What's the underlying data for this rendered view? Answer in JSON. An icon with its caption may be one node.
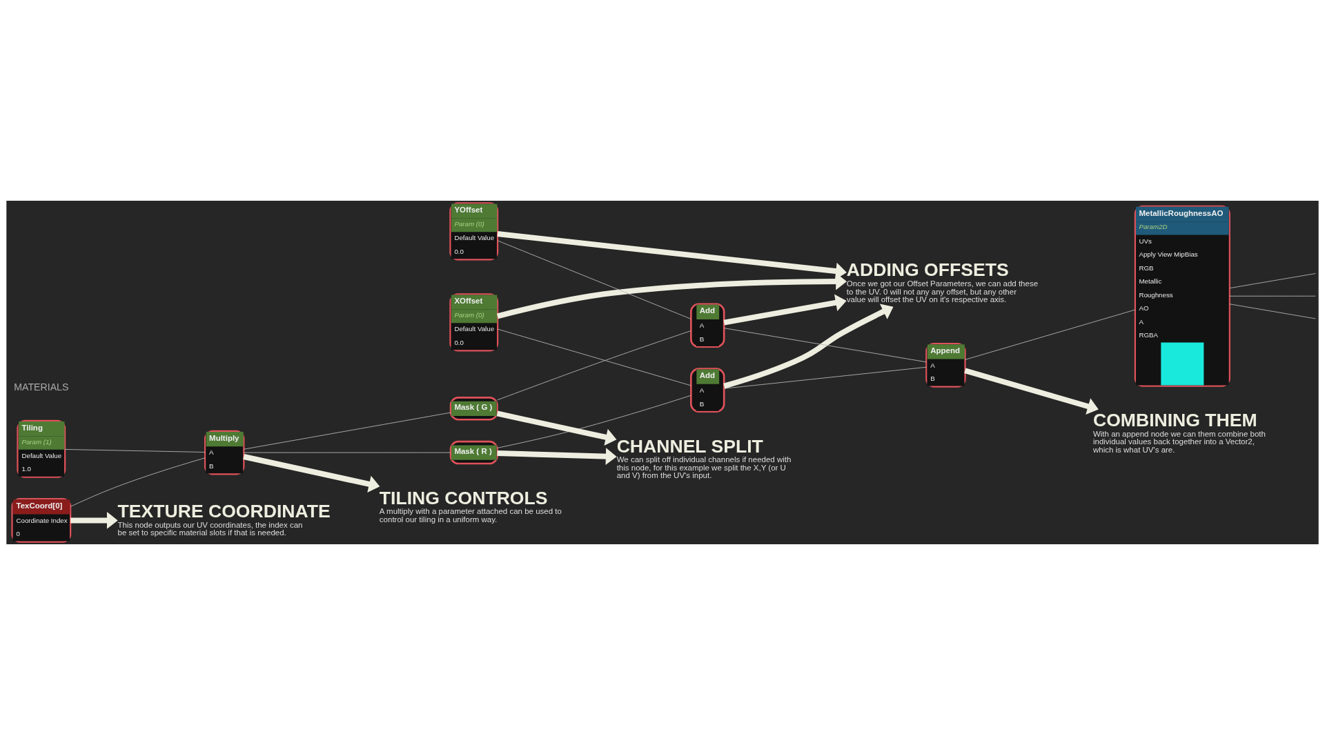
{
  "diagram": {
    "nodes": [
      {
        "text": [
          "TexCoord[0]",
          "Coordinate Index",
          "0"
        ]
      },
      {
        "text": [
          "Tiling",
          "Param (1)",
          "Default Value",
          "1.0"
        ]
      },
      {
        "text": [
          "Multiply",
          "A",
          "B"
        ]
      },
      {
        "text": [
          "Mask ( R )"
        ]
      },
      {
        "text": [
          "Mask ( G )"
        ]
      },
      {
        "text": [
          "XOffset",
          "Param (0)",
          "Default Value",
          "0.0"
        ]
      },
      {
        "text": [
          "YOffset",
          "Param (0)",
          "Default Value",
          "0.0"
        ]
      },
      {
        "text": [
          "Add",
          "A",
          "B"
        ]
      },
      {
        "text": [
          "Add",
          "A",
          "B"
        ]
      },
      {
        "text": [
          "Append",
          "A",
          "B"
        ]
      },
      {
        "text": [
          "MetallicRoughnessAO",
          "Param2D",
          "UVs",
          "Apply View MipBias",
          "RGB",
          "Metallic",
          "Roughness",
          "AO",
          "A",
          "RGBA"
        ]
      },
      {
        "text": [
          "TEXTURE COORDINATE",
          "This node outputs our UV coordinates, the index can be set to specific material slots if that is needed."
        ]
      },
      {
        "text": [
          "CHANNEL SPLIT",
          "We can split off individual channels if needed with this node, for this example we split the X,Y (or U and V) from the UV's input."
        ]
      },
      {
        "text": [
          "TILING CONTROLS",
          "A multiply with a parameter attached can be used to control our tiling in a uniform way."
        ]
      },
      {
        "text": [
          "ADDING OFFSETS",
          "Once we got our Offset Parameters, we can add these to the UV. 0 will not any any offset, but any other value will offset the UV on it's respective axis."
        ]
      },
      {
        "text": [
          "COMBINING THEM",
          "With an append node we can them combine both individual values back together into a Vector2, which is what UV's are."
        ]
      }
    ],
    "edges": [
      {
        "from": 0,
        "to": 2,
        "arrow": "none"
      },
      {
        "from": 1,
        "to": 2,
        "arrow": "none"
      },
      {
        "from": 2,
        "to": 3,
        "arrow": "none"
      },
      {
        "from": 2,
        "to": 4,
        "arrow": "none"
      },
      {
        "from": 3,
        "to": 7,
        "arrow": "none"
      },
      {
        "from": 5,
        "to": 7,
        "arrow": "none"
      },
      {
        "from": 4,
        "to": 8,
        "arrow": "none"
      },
      {
        "from": 6,
        "to": 8,
        "arrow": "none"
      },
      {
        "from": 7,
        "to": 9,
        "arrow": "none"
      },
      {
        "from": 8,
        "to": 9,
        "arrow": "none"
      },
      {
        "from": 9,
        "to": 10,
        "arrow": "none"
      },
      {
        "from": 10,
        "to": null,
        "arrow": "none"
      },
      {
        "from": 10,
        "to": null,
        "arrow": "none"
      },
      {
        "from": 10,
        "to": null,
        "arrow": "none"
      },
      {
        "from": 0,
        "to": 11,
        "arrow": "to",
        "style": "thick",
        "color": "#eeeee0"
      },
      {
        "from": 3,
        "to": 12,
        "arrow": "to",
        "style": "thick",
        "color": "#eeeee0"
      },
      {
        "from": 4,
        "to": 12,
        "arrow": "to",
        "style": "thick",
        "color": "#eeeee0"
      },
      {
        "from": 2,
        "to": 13,
        "arrow": "to",
        "style": "thick",
        "color": "#eeeee0"
      },
      {
        "from": 5,
        "to": 14,
        "arrow": "to",
        "style": "thick",
        "color": "#eeeee0"
      },
      {
        "from": 6,
        "to": 14,
        "arrow": "to",
        "style": "thick",
        "color": "#eeeee0"
      },
      {
        "from": 7,
        "to": 14,
        "arrow": "to",
        "style": "thick",
        "color": "#eeeee0"
      },
      {
        "from": 8,
        "to": 14,
        "arrow": "to",
        "style": "thick",
        "color": "#eeeee0"
      },
      {
        "from": 9,
        "to": 15,
        "arrow": "to",
        "style": "thick",
        "color": "#eeeee0"
      }
    ],
    "labels": [
      "MATERIALS"
    ]
  }
}
